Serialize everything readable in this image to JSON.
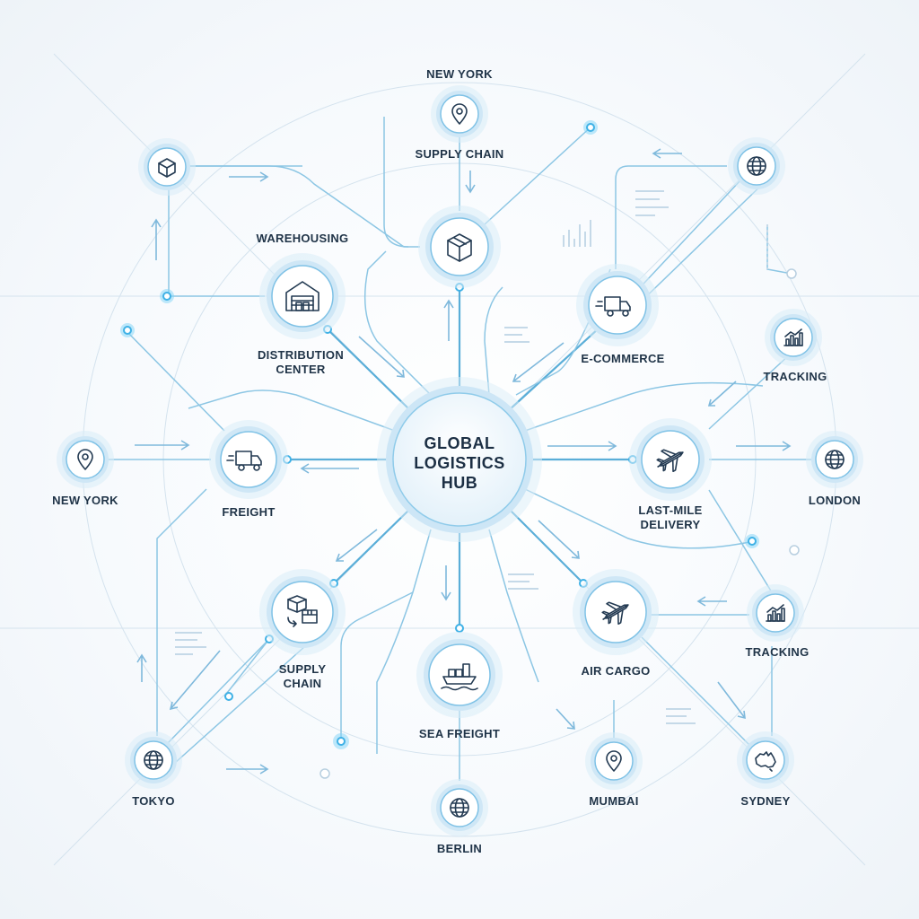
{
  "hub": {
    "label_lines": [
      "GLOBAL",
      "LOGISTICS",
      "HUB"
    ]
  },
  "labels": {
    "new_york_top": "NEW YORK",
    "supply_chain_top": "SUPPLY CHAIN",
    "warehousing": "WAREHOUSING",
    "distribution_center_1": "DISTRIBUTION",
    "distribution_center_2": "CENTER",
    "e_commerce": "E-COMMERCE",
    "tracking_top": "TRACKING",
    "new_york_left": "NEW YORK",
    "freight": "FREIGHT",
    "last_mile_1": "LAST-MILE",
    "last_mile_2": "DELIVERY",
    "london": "LONDON",
    "supply_chain_low_1": "SUPPLY",
    "supply_chain_low_2": "CHAIN",
    "air_cargo": "AIR CARGO",
    "tracking_low": "TRACKING",
    "sea_freight": "SEA FREIGHT",
    "tokyo": "TOKYO",
    "mumbai": "MUMBAI",
    "sydney": "SYDNEY",
    "berlin": "BERLIN"
  },
  "icons": {
    "box_small": "box-icon",
    "location_top": "location-pin-icon",
    "box_center": "package-icon",
    "globe_top_right": "globe-icon",
    "warehouse": "warehouse-icon",
    "truck_ecommerce": "delivery-truck-icon",
    "chart_top": "bar-chart-icon",
    "location_left": "location-pin-icon",
    "truck_freight": "freight-truck-icon",
    "plane_last_mile": "airplane-icon",
    "globe_london": "globe-icon",
    "boxes_supply": "boxes-exchange-icon",
    "plane_air_cargo": "airplane-icon",
    "chart_low": "bar-chart-icon",
    "ship": "cargo-ship-icon",
    "globe_tokyo": "globe-icon",
    "location_mumbai": "location-pin-icon",
    "australia": "australia-map-icon",
    "globe_berlin": "globe-icon"
  },
  "colors": {
    "accent": "#3fb1e6",
    "line": "#8cc6e4",
    "text": "#1f3347"
  }
}
